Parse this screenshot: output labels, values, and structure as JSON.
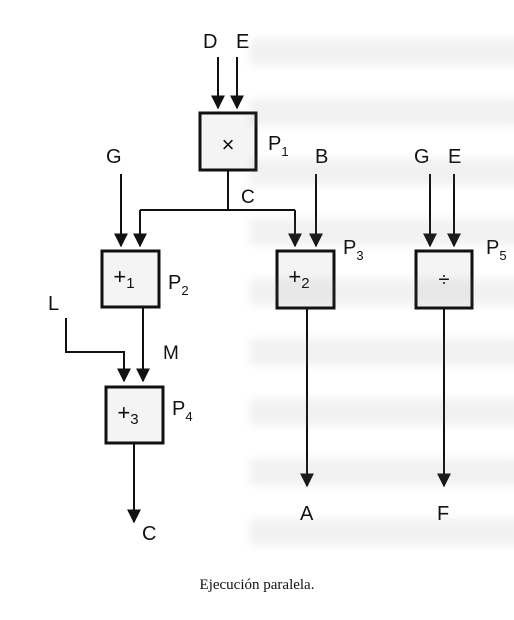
{
  "diagram": {
    "inputs_top": [
      "D",
      "E"
    ],
    "input_g_left": "G",
    "input_b": "B",
    "inputs_p5": [
      "G",
      "E"
    ],
    "input_l": "L",
    "wire_c": "C",
    "wire_m": "M",
    "nodes": [
      {
        "id": "p1",
        "op": "×",
        "op_sub": "",
        "label": "P",
        "label_sub": "1"
      },
      {
        "id": "p2",
        "op": "+",
        "op_sub": "1",
        "label": "P",
        "label_sub": "2"
      },
      {
        "id": "p3",
        "op": "+",
        "op_sub": "2",
        "label": "P",
        "label_sub": "3"
      },
      {
        "id": "p4",
        "op": "+",
        "op_sub": "3",
        "label": "P",
        "label_sub": "4"
      },
      {
        "id": "p5",
        "op": "÷",
        "op_sub": "",
        "label": "P",
        "label_sub": "5"
      }
    ],
    "outputs": [
      "C",
      "A",
      "F"
    ]
  },
  "caption": "Ejecución paralela.",
  "colors": {
    "ink": "#111111",
    "box_fill": "#f4f4f4",
    "background": "#ffffff"
  }
}
